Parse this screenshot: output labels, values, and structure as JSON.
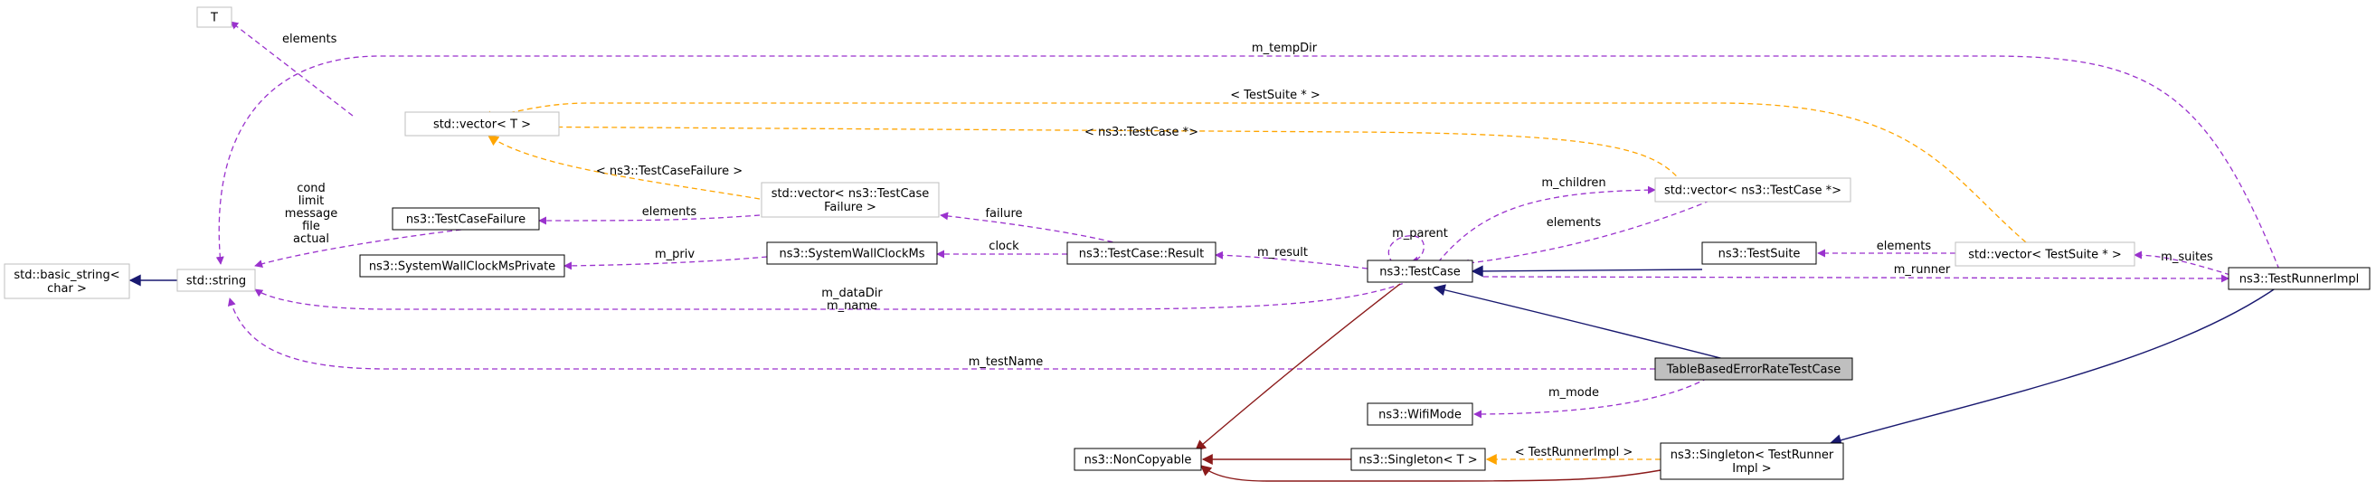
{
  "colors": {
    "usage": "#9a32cd",
    "inheritance": "#191970",
    "private_inheritance": "#8b1a1a",
    "template": "#ffa500",
    "node_border_solid": "#000000",
    "node_border_gray": "#bfbfbf",
    "highlight_fill": "#bfbfbf"
  },
  "nodes": {
    "t": {
      "lines": [
        "T"
      ]
    },
    "vector_t": {
      "lines": [
        "std::vector< T >"
      ]
    },
    "basic_string": {
      "lines": [
        "std::basic_string<",
        "char >"
      ]
    },
    "string": {
      "lines": [
        "std::string"
      ]
    },
    "testcasefailure": {
      "lines": [
        "ns3::TestCaseFailure"
      ]
    },
    "vector_testcasefailure": {
      "lines": [
        "std::vector< ns3::TestCase",
        "Failure >"
      ]
    },
    "systemwallclockmsprivate": {
      "lines": [
        "ns3::SystemWallClockMsPrivate"
      ]
    },
    "systemwallclockms": {
      "lines": [
        "ns3::SystemWallClockMs"
      ]
    },
    "result": {
      "lines": [
        "ns3::TestCase::Result"
      ]
    },
    "testcase": {
      "lines": [
        "ns3::TestCase"
      ]
    },
    "vector_testcase_ptr": {
      "lines": [
        "std::vector< ns3::TestCase *>"
      ]
    },
    "testsuite": {
      "lines": [
        "ns3::TestSuite"
      ]
    },
    "vector_testsuite_ptr": {
      "lines": [
        "std::vector< TestSuite * >"
      ]
    },
    "testrunnerimpl": {
      "lines": [
        "ns3::TestRunnerImpl"
      ]
    },
    "tablebased": {
      "lines": [
        "TableBasedErrorRateTestCase"
      ]
    },
    "wifimode": {
      "lines": [
        "ns3::WifiMode"
      ]
    },
    "noncopyable": {
      "lines": [
        "ns3::NonCopyable"
      ]
    },
    "singleton_t": {
      "lines": [
        "ns3::Singleton< T >"
      ]
    },
    "singleton_runner": {
      "lines": [
        "ns3::Singleton< TestRunner",
        "Impl >"
      ]
    }
  },
  "edge_labels": {
    "elements_t": [
      "elements"
    ],
    "m_tempdir": [
      "m_tempDir"
    ],
    "testsuite_ptr": [
      "< TestSuite * >"
    ],
    "testcase_ptr": [
      "< ns3::TestCase *>"
    ],
    "testcasefailure_tpl": [
      "< ns3::TestCaseFailure >"
    ],
    "string_members": [
      "cond",
      "limit",
      "message",
      "file",
      "actual"
    ],
    "elements_failure": [
      "elements"
    ],
    "failure": [
      "failure"
    ],
    "m_children": [
      "m_children"
    ],
    "m_parent": [
      "m_parent"
    ],
    "elements_testcase": [
      "elements"
    ],
    "m_priv": [
      "m_priv"
    ],
    "clock": [
      "clock"
    ],
    "m_result": [
      "m_result"
    ],
    "elements_suite": [
      "elements"
    ],
    "m_suites": [
      "m_suites"
    ],
    "datadir_name": [
      "m_dataDir",
      "m_name"
    ],
    "m_runner": [
      "m_runner"
    ],
    "m_testname": [
      "m_testName"
    ],
    "m_mode": [
      "m_mode"
    ],
    "runnerimpl_tpl": [
      "< TestRunnerImpl >"
    ]
  }
}
